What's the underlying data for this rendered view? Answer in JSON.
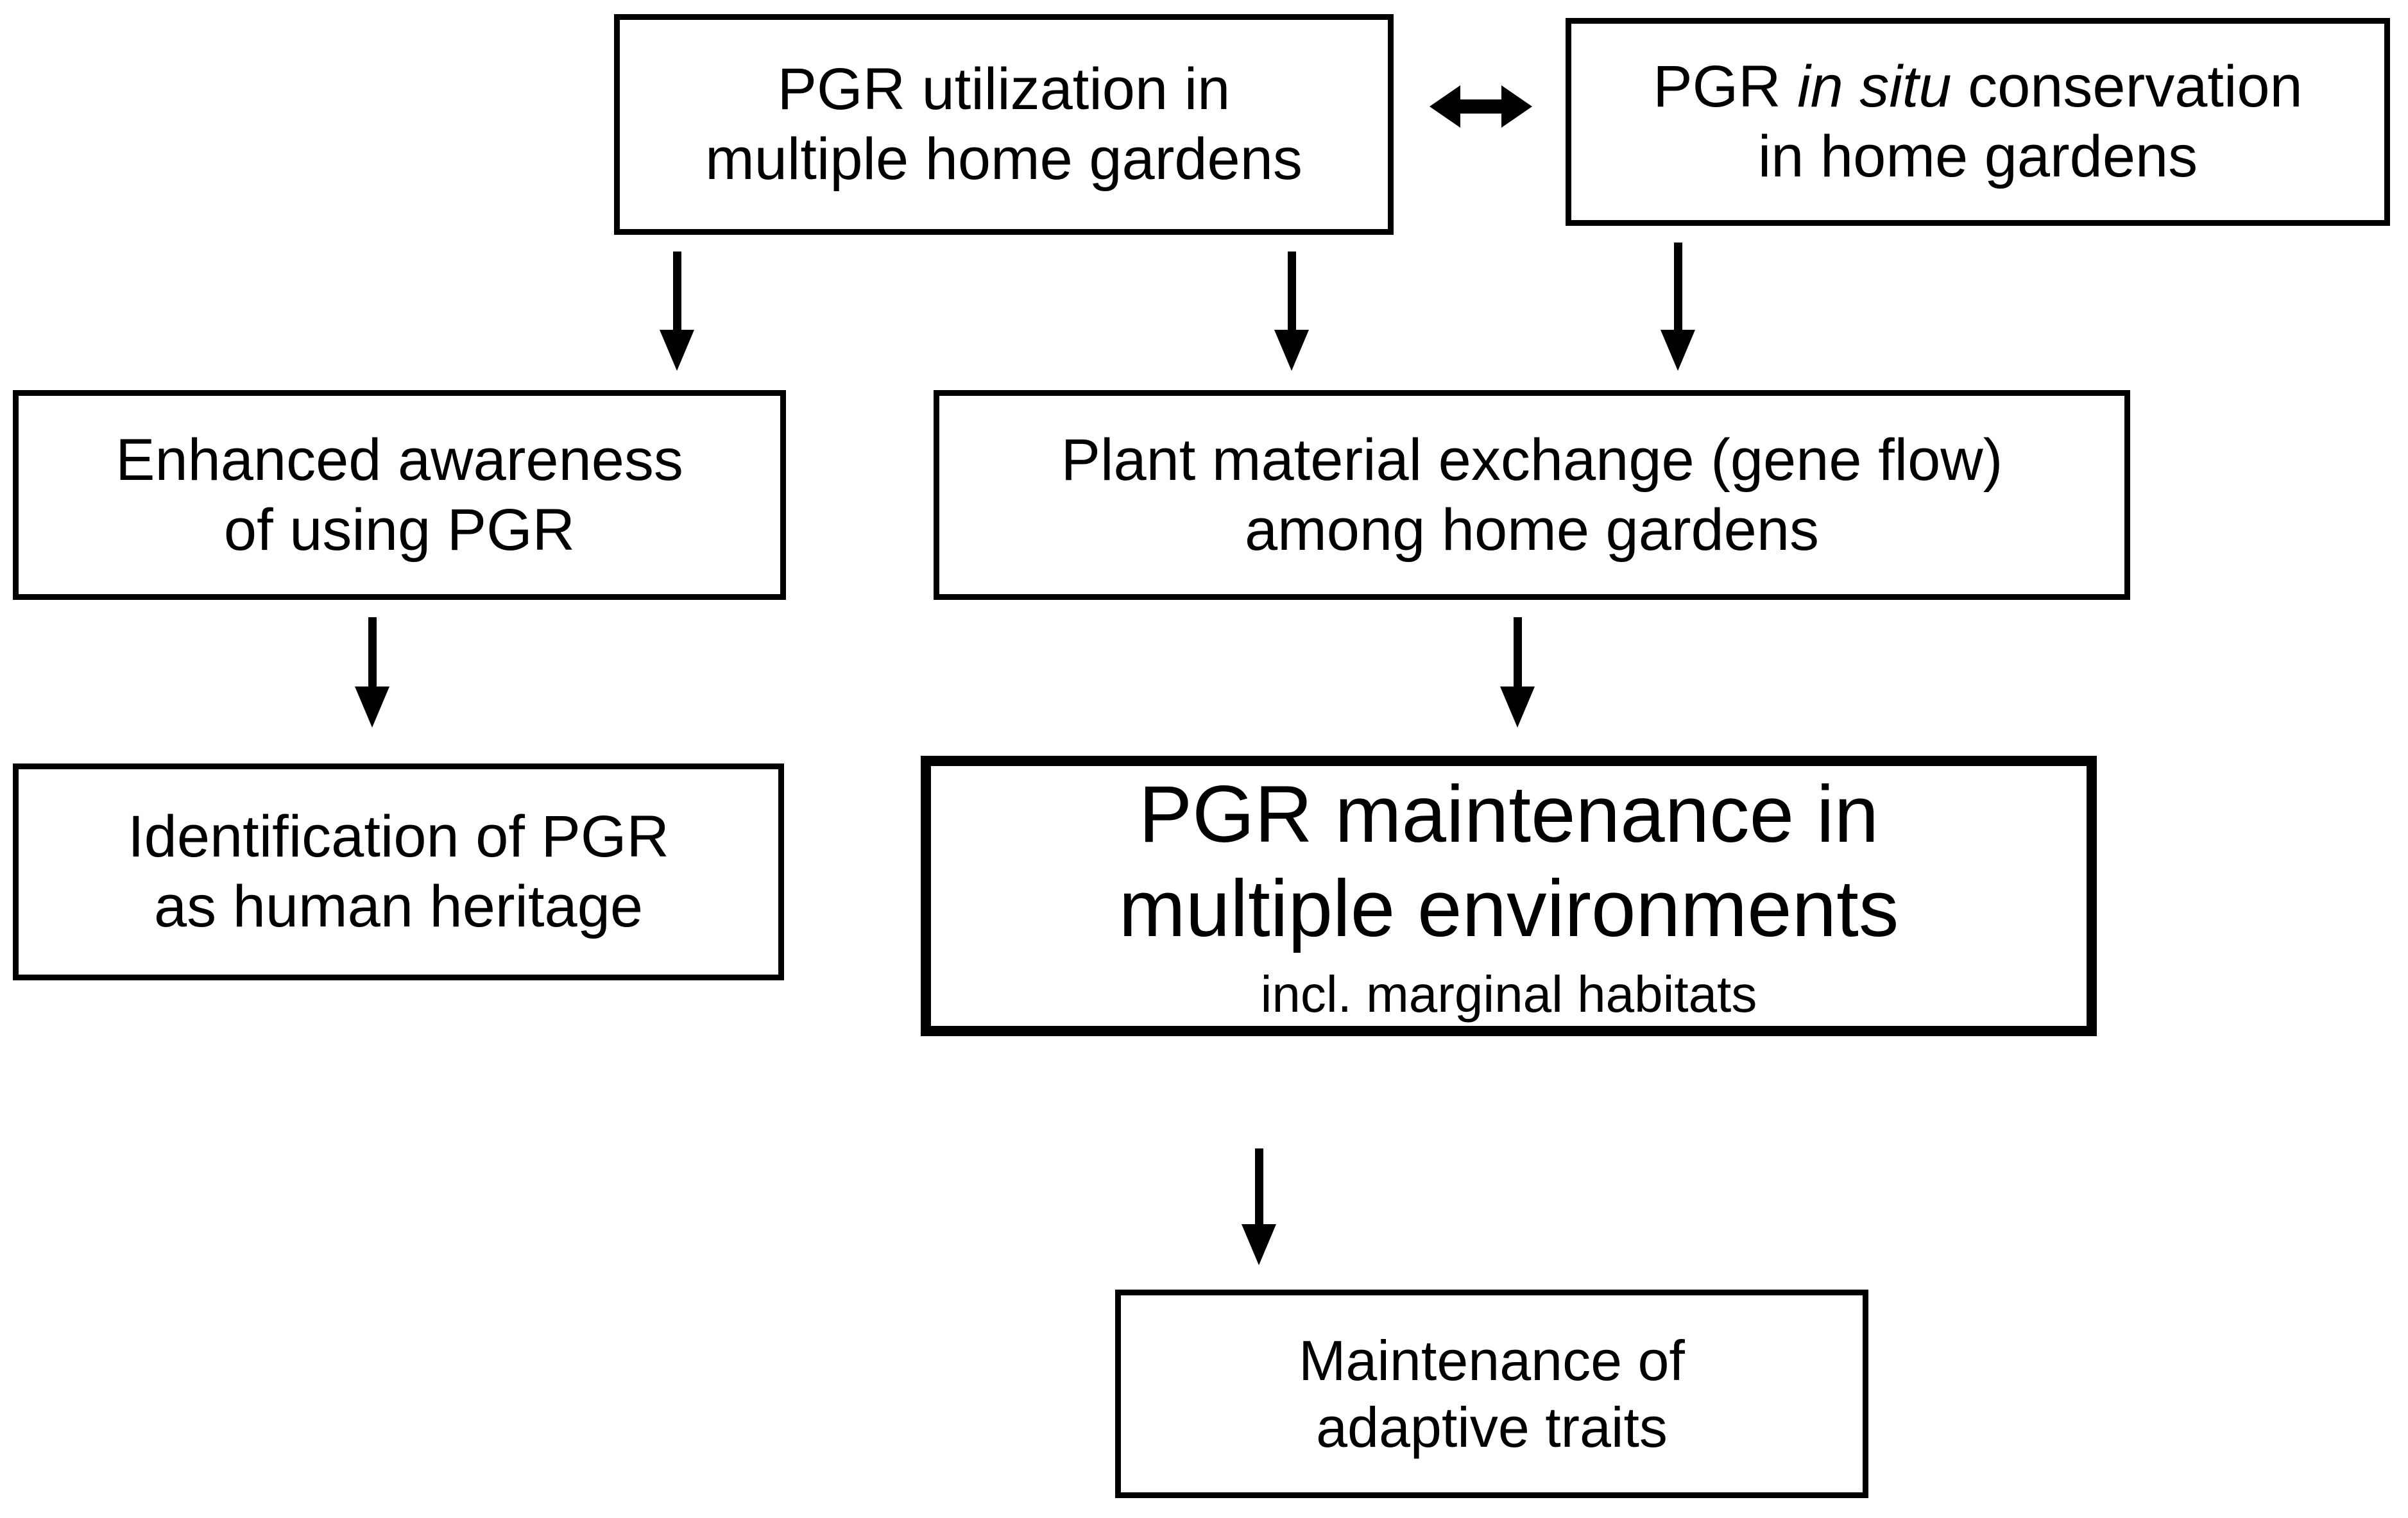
{
  "diagram": {
    "type": "flowchart",
    "title": "",
    "nodes": [
      {
        "id": "pgr-utilization",
        "lines": [
          "PGR utilization in",
          "multiple home gardens"
        ],
        "emphasis": false
      },
      {
        "id": "pgr-insitu",
        "lines_html": [
          "PGR <em>in situ</em> conservation",
          "in home gardens"
        ],
        "line1_pre": "PGR ",
        "line1_italic": "in situ",
        "line1_post": " conservation",
        "line2": "in home gardens",
        "emphasis": false
      },
      {
        "id": "enhanced-awareness",
        "lines": [
          "Enhanced awareness",
          "of using PGR"
        ],
        "emphasis": false
      },
      {
        "id": "plant-material-exchange",
        "lines": [
          "Plant material exchange (gene flow)",
          "among home gardens"
        ],
        "emphasis": false
      },
      {
        "id": "identification-heritage",
        "lines": [
          "Identification of PGR",
          "as human heritage"
        ],
        "emphasis": false
      },
      {
        "id": "pgr-maintenance",
        "lines": [
          "PGR maintenance in",
          "multiple environments"
        ],
        "subtitle": "incl. marginal habitats",
        "emphasis": true
      },
      {
        "id": "adaptive-traits",
        "lines": [
          "Maintenance of",
          "adaptive traits"
        ],
        "emphasis": false
      }
    ],
    "edges": [
      {
        "id": "util-to-awareness",
        "from": "pgr-utilization",
        "to": "enhanced-awareness",
        "direction": "down"
      },
      {
        "id": "util-to-exchange",
        "from": "pgr-utilization",
        "to": "plant-material-exchange",
        "direction": "down"
      },
      {
        "id": "insitu-to-exchange",
        "from": "pgr-insitu",
        "to": "plant-material-exchange",
        "direction": "down"
      },
      {
        "id": "awareness-to-ident",
        "from": "enhanced-awareness",
        "to": "identification-heritage",
        "direction": "down"
      },
      {
        "id": "exchange-to-maint",
        "from": "plant-material-exchange",
        "to": "pgr-maintenance",
        "direction": "down"
      },
      {
        "id": "maint-to-adaptive",
        "from": "pgr-maintenance",
        "to": "adaptive-traits",
        "direction": "down"
      },
      {
        "id": "util-insitu",
        "from": "pgr-utilization",
        "to": "pgr-insitu",
        "direction": "bidirectional"
      }
    ],
    "colors": {
      "background": "#ffffff",
      "stroke": "#000000",
      "text": "#000000"
    }
  },
  "nodes_text": {
    "pgr_utilization": {
      "line1": "PGR utilization in",
      "line2": "multiple home gardens"
    },
    "pgr_insitu": {
      "line1_pre": "PGR ",
      "line1_italic": "in situ",
      "line1_post": " conservation",
      "line2": "in home gardens"
    },
    "enhanced_awareness": {
      "line1": "Enhanced awareness",
      "line2": "of using PGR"
    },
    "plant_material_exchange": {
      "line1": "Plant material exchange (gene flow)",
      "line2": "among home gardens"
    },
    "identification_heritage": {
      "line1": "Identification of PGR",
      "line2": "as human heritage"
    },
    "pgr_maintenance": {
      "line1": "PGR maintenance in",
      "line2": "multiple environments",
      "subtitle": "incl. marginal habitats"
    },
    "adaptive_traits": {
      "line1": "Maintenance of",
      "line2": "adaptive traits"
    }
  }
}
